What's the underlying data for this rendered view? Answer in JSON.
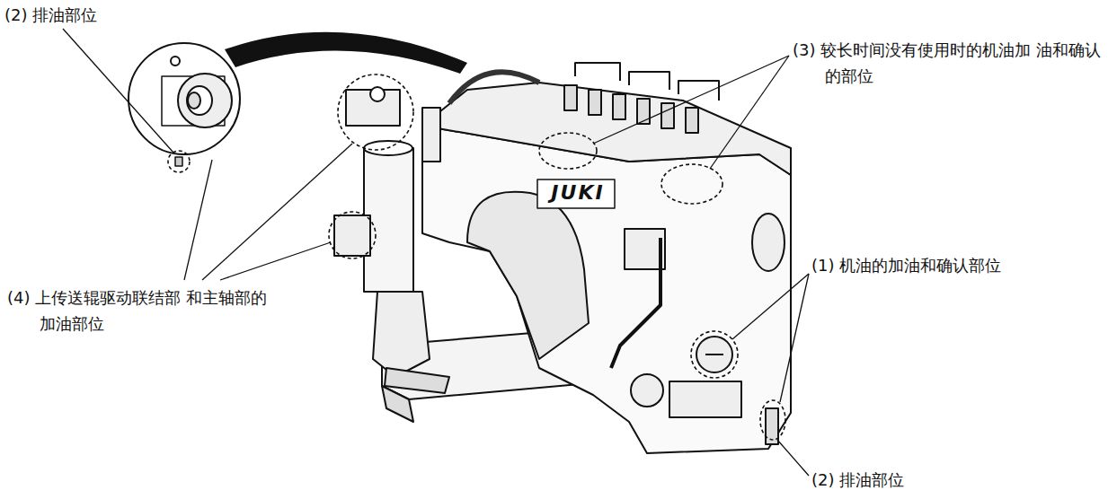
{
  "diagram": {
    "labels": [
      "(2) 排油部位",
      "(3) 较长时间没有使用时的机油加 油和确认的部位",
      "JUKI",
      "(4) 上传送辊驱动联结部 和主轴部的加油部位",
      "(1) 机油的加油和确认部位",
      "(2) 排油部位"
    ]
  }
}
